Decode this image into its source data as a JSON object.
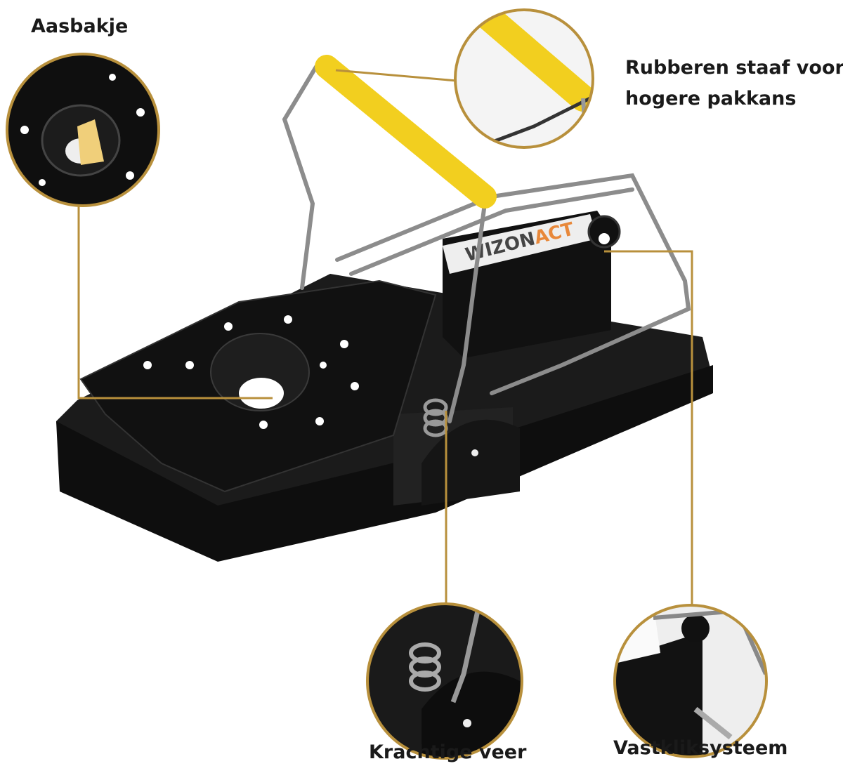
{
  "labels": {
    "bait_cup": "Aasbakje",
    "rubber_bar_line1": "Rubberen staaf voor",
    "rubber_bar_line2": "hogere pakkans",
    "spring": "Krachtige veer",
    "lock_system": "Vastkliksysteem"
  },
  "product": {
    "brand_logo": "WIZONACT"
  },
  "colors": {
    "callout_gold": "#b8903c",
    "trap_body": "#141414",
    "rubber_bar": "#f2cf1f",
    "logo_accent": "#e8883a"
  }
}
